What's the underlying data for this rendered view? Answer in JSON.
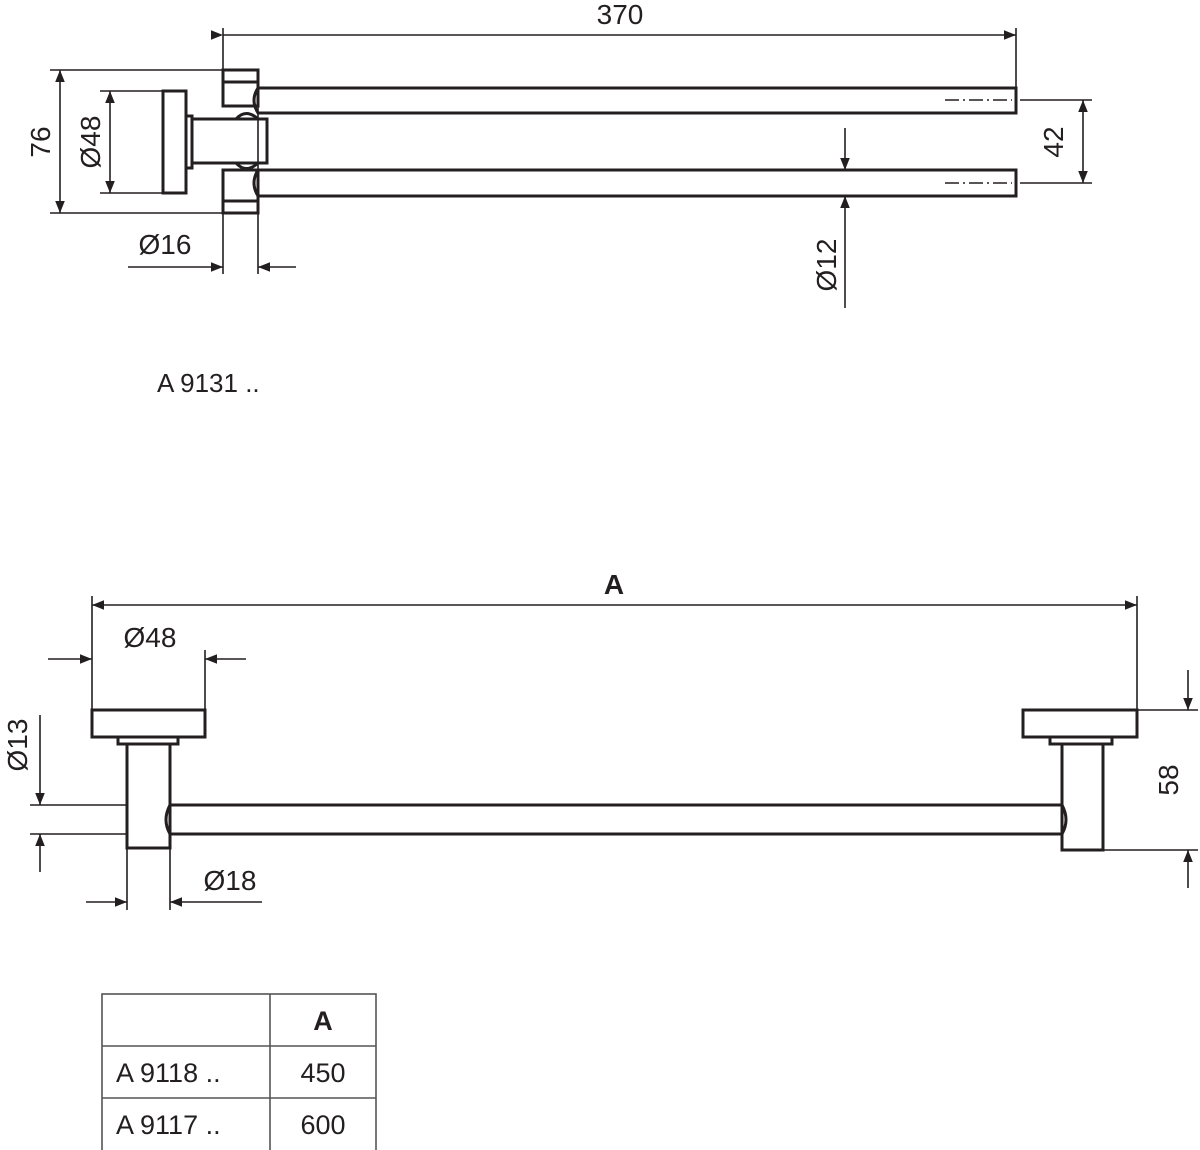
{
  "top_drawing": {
    "model": "A 9131 ..",
    "dims": {
      "length": "370",
      "height": "76",
      "plate_diameter": "Ø48",
      "hinge_diameter": "Ø16",
      "bar_spacing": "42",
      "bar_diameter": "Ø12"
    }
  },
  "bottom_drawing": {
    "dims": {
      "length": "A",
      "plate_diameter": "Ø48",
      "bar_diameter": "Ø13",
      "post_diameter": "Ø18",
      "depth": "58"
    }
  },
  "table": {
    "header": [
      "",
      "A"
    ],
    "rows": [
      [
        "A 9118 ..",
        "450"
      ],
      [
        "A 9117 ..",
        "600"
      ]
    ]
  },
  "colors": {
    "ink": "#231f20",
    "background": "#ffffff"
  }
}
